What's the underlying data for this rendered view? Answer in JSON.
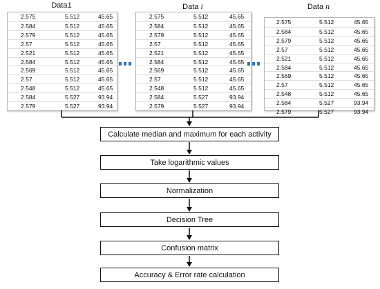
{
  "datasets": [
    {
      "title_prefix": "Data",
      "title_var": "1",
      "var_italic": false,
      "rows": [
        [
          "2.575",
          "5.512",
          "45.65"
        ],
        [
          "2.584",
          "5.512",
          "45.65"
        ],
        [
          "2.579",
          "5.512",
          "45.65"
        ],
        [
          "2.57",
          "5.512",
          "45.65"
        ],
        [
          "2.521",
          "5.512",
          "45.65"
        ],
        [
          "2.584",
          "5.512",
          "45.65"
        ],
        [
          "2.569",
          "5.512",
          "45.65"
        ],
        [
          "2.57",
          "5.512",
          "45.65"
        ],
        [
          "2.548",
          "5.512",
          "45.65"
        ],
        [
          "2.584",
          "5.527",
          "93.94"
        ],
        [
          "2.579",
          "5.527",
          "93.94"
        ]
      ]
    },
    {
      "title_prefix": "Data ",
      "title_var": "i",
      "var_italic": true,
      "rows": [
        [
          "2.575",
          "5.512",
          "45.65"
        ],
        [
          "2.584",
          "5.512",
          "45.65"
        ],
        [
          "2.579",
          "5.512",
          "45.65"
        ],
        [
          "2.57",
          "5.512",
          "45.65"
        ],
        [
          "2.521",
          "5.512",
          "45.65"
        ],
        [
          "2.584",
          "5.512",
          "45.65"
        ],
        [
          "2.569",
          "5.512",
          "45.65"
        ],
        [
          "2.57",
          "5.512",
          "45.65"
        ],
        [
          "2.548",
          "5.512",
          "45.65"
        ],
        [
          "2.584",
          "5.527",
          "93.94"
        ],
        [
          "2.579",
          "5.527",
          "93.94"
        ]
      ]
    },
    {
      "title_prefix": "Data ",
      "title_var": "n",
      "var_italic": true,
      "rows": [
        [
          "2.575",
          "5.512",
          "45.65"
        ],
        [
          "2.584",
          "5.512",
          "45.65"
        ],
        [
          "2.579",
          "5.512",
          "45.65"
        ],
        [
          "2.57",
          "5.512",
          "45.65"
        ],
        [
          "2.521",
          "5.512",
          "45.65"
        ],
        [
          "2.584",
          "5.512",
          "45.65"
        ],
        [
          "2.569",
          "5.512",
          "45.65"
        ],
        [
          "2.57",
          "5.512",
          "45.65"
        ],
        [
          "2.548",
          "5.512",
          "45.65"
        ],
        [
          "2.584",
          "5.527",
          "93.94"
        ],
        [
          "2.579",
          "5.527",
          "93.94"
        ]
      ]
    }
  ],
  "ellipsis_color": "#2e74b5",
  "steps": [
    "Calculate median and maximum for each activity",
    "Take logarithmic values",
    "Normalization",
    "Decision Tree",
    "Confusion matrix",
    "Accuracy & Error rate calculation"
  ]
}
